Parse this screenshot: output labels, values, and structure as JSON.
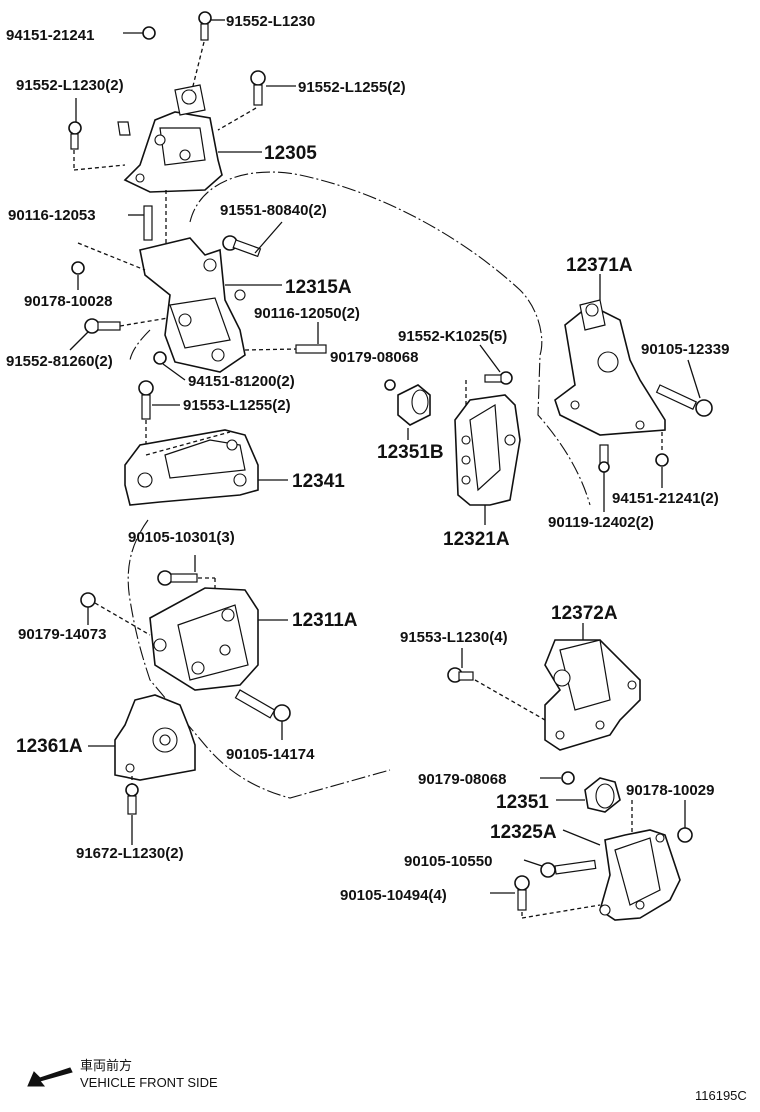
{
  "labels": {
    "l_94151_21241_top": "94151-21241",
    "l_91552_L1230": "91552-L1230",
    "l_91552_L1230_2": "91552-L1230(2)",
    "l_91552_L1255_2": "91552-L1255(2)",
    "l_12305": "12305",
    "l_90116_12053": "90116-12053",
    "l_91551_80840_2": "91551-80840(2)",
    "l_90178_10028": "90178-10028",
    "l_12315A": "12315A",
    "l_90116_12050_2": "90116-12050(2)",
    "l_91552_81260_2": "91552-81260(2)",
    "l_94151_81200_2": "94151-81200(2)",
    "l_91553_L1255_2": "91553-L1255(2)",
    "l_12341": "12341",
    "l_90105_10301_3": "90105-10301(3)",
    "l_90179_14073": "90179-14073",
    "l_12311A": "12311A",
    "l_12361A": "12361A",
    "l_90105_14174": "90105-14174",
    "l_91672_L1230_2": "91672-L1230(2)",
    "l_12371A": "12371A",
    "l_90105_12339": "90105-12339",
    "l_91552_K1025_5": "91552-K1025(5)",
    "l_90179_08068_a": "90179-08068",
    "l_12351B": "12351B",
    "l_12321A": "12321A",
    "l_94151_21241_2": "94151-21241(2)",
    "l_90119_12402_2": "90119-12402(2)",
    "l_12372A": "12372A",
    "l_91553_L1230_4": "91553-L1230(4)",
    "l_90179_08068_b": "90179-08068",
    "l_90178_10029": "90178-10029",
    "l_12351": "12351",
    "l_12325A": "12325A",
    "l_90105_10550": "90105-10550",
    "l_90105_10494_4": "90105-10494(4)"
  },
  "legend": {
    "japanese": "車両前方",
    "english": "VEHICLE FRONT SIDE",
    "icon": "arrow-left-down-icon"
  },
  "figure_code": "116195C"
}
